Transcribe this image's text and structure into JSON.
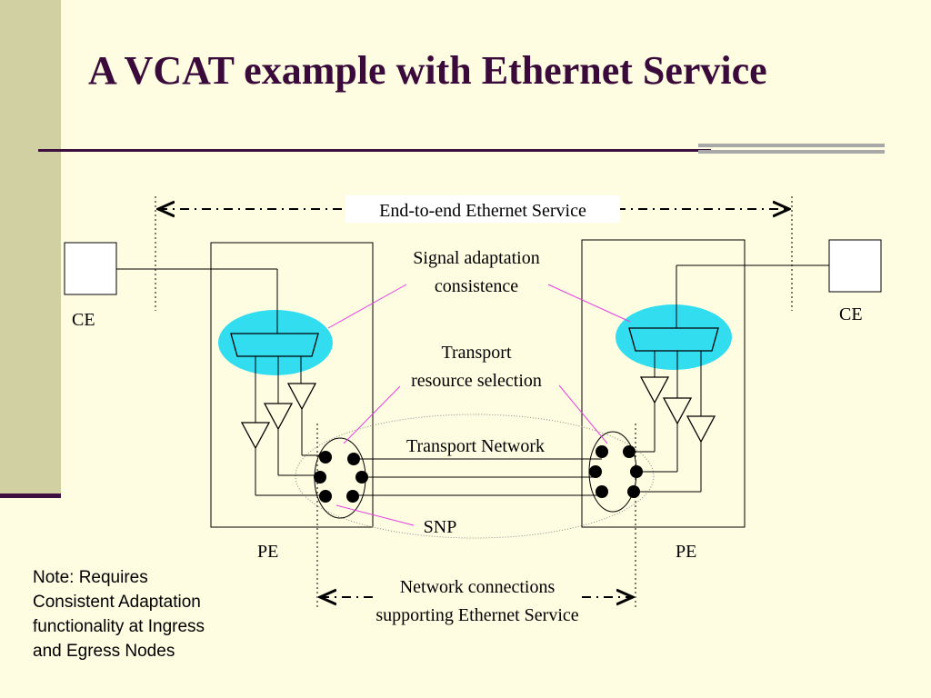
{
  "slide": {
    "title": "A VCAT example with Ethernet Service"
  },
  "diagram": {
    "end_to_end_label": "End-to-end Ethernet Service",
    "ce_left": "CE",
    "ce_right": "CE",
    "pe_left": "PE",
    "pe_right": "PE",
    "signal_adaptation": [
      "Signal adaptation",
      "consistence"
    ],
    "transport_resource": [
      "Transport",
      "resource selection"
    ],
    "transport_network": "Transport Network",
    "snp": "SNP",
    "network_connections": [
      "Network connections",
      "supporting Ethernet Service"
    ]
  },
  "note": {
    "lines": [
      "Note: Requires",
      "Consistent Adaptation",
      "functionality at Ingress",
      "and Egress Nodes"
    ]
  },
  "colors": {
    "background": "#fffde1",
    "sidebar": "#d1d0a2",
    "title": "#3a0a3a",
    "adaptation_ellipse": "#33ddf0",
    "callout_line": "#e040e0"
  }
}
